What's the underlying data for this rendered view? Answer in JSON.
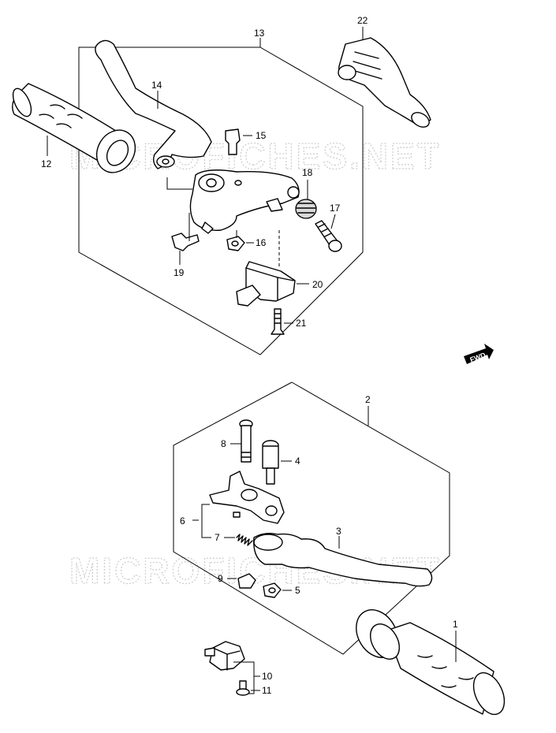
{
  "watermark": {
    "top": "MICROFICHES.NET",
    "bottom": "MICROFICHES.NET"
  },
  "fwd_badge": "FWD",
  "callouts": {
    "c1": "1",
    "c2": "2",
    "c3": "3",
    "c4": "4",
    "c5": "5",
    "c6": "6",
    "c7": "7",
    "c8": "8",
    "c9": "9",
    "c10": "10",
    "c11": "11",
    "c12": "12",
    "c13": "13",
    "c14": "14",
    "c15": "15",
    "c16": "16",
    "c17": "17",
    "c18": "18",
    "c19": "19",
    "c20": "20",
    "c21": "21",
    "c22": "22"
  }
}
